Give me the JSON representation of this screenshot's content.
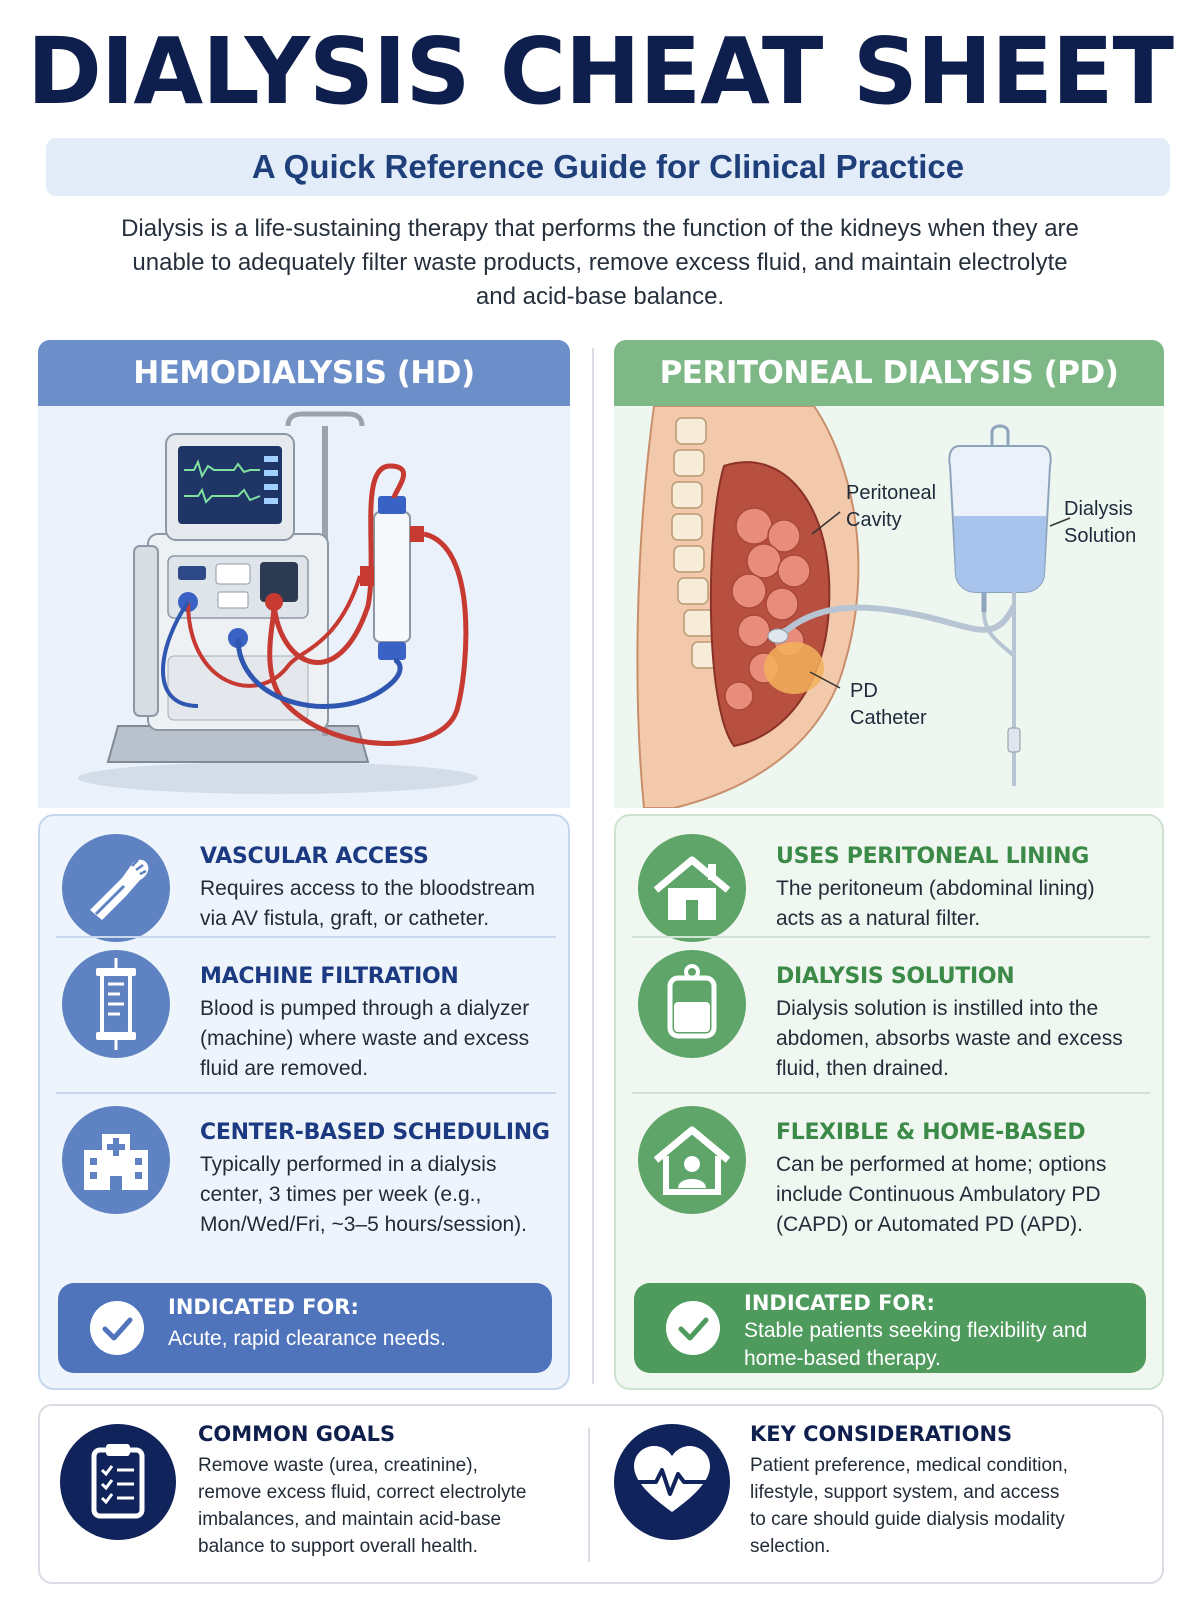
{
  "header": {
    "title": "DIALYSIS CHEAT SHEET",
    "subtitle": "A Quick Reference Guide for Clinical Practice",
    "intro": "Dialysis is a life-sustaining therapy that performs the function of the kidneys when they are unable to adequately filter waste products, remove excess fluid, and maintain electrolyte and acid-base balance."
  },
  "hd": {
    "heading": "HEMODIALYSIS (HD)",
    "features": [
      {
        "title": "VASCULAR ACCESS",
        "text": "Requires access to the bloodstream via AV fistula, graft, or catheter.",
        "icon": "arm-icon"
      },
      {
        "title": "MACHINE FILTRATION",
        "text": "Blood is pumped through a dialyzer (machine) where waste and excess fluid are removed.",
        "icon": "dialyzer-icon"
      },
      {
        "title": "CENTER-BASED SCHEDULING",
        "text": "Typically performed in a dialysis center, 3 times per week (e.g., Mon/Wed/Fri, ~3–5 hours/session).",
        "icon": "hospital-icon"
      }
    ],
    "indicated_label": "INDICATED FOR:",
    "indicated_text": "Acute, rapid clearance needs."
  },
  "pd": {
    "heading": "PERITONEAL DIALYSIS (PD)",
    "labels": {
      "cavity": "Peritoneal Cavity",
      "solution": "Dialysis Solution",
      "catheter": "PD Catheter"
    },
    "features": [
      {
        "title": "USES PERITONEAL LINING",
        "text": "The peritoneum (abdominal lining) acts as a natural filter.",
        "icon": "house-icon"
      },
      {
        "title": "DIALYSIS SOLUTION",
        "text": "Dialysis solution is instilled into the abdomen, absorbs waste and excess fluid, then drained.",
        "icon": "solution-bag-icon"
      },
      {
        "title": "FLEXIBLE & HOME-BASED",
        "text": "Can be performed at home; options include Continuous Ambulatory PD (CAPD) or Automated PD (APD).",
        "icon": "home-person-icon"
      }
    ],
    "indicated_label": "INDICATED FOR:",
    "indicated_text": "Stable patients seeking flexibility and home-based therapy."
  },
  "bottom": {
    "goals_title": "COMMON GOALS",
    "goals_text": "Remove waste (urea, creatinine), remove excess fluid, correct electrolyte imbalances, and maintain acid-base balance to support overall health.",
    "considerations_title": "KEY CONSIDERATIONS",
    "considerations_text": "Patient preference, medical condition, lifestyle, support system, and access to care should guide dialysis modality selection."
  },
  "colors": {
    "navy": "#0f1f4d",
    "hd_blue": "#6c8fc9",
    "pd_green": "#7fb887"
  }
}
